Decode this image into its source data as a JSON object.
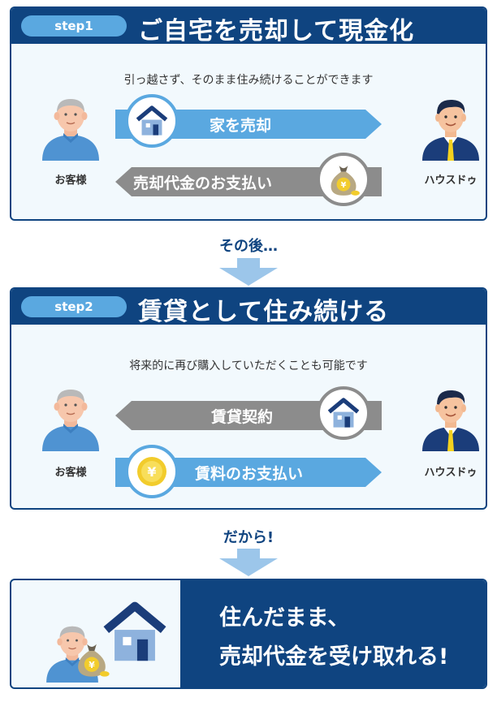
{
  "step1": {
    "step_label": "step1",
    "title": "ご自宅を売却して現金化",
    "subtitle": "引っ越さず、そのまま住み続けることができます",
    "arrow_to_company": "家を売却",
    "arrow_to_customer": "売却代金のお支払い",
    "customer_label": "お客様",
    "company_label": "ハウスドゥ"
  },
  "between_1": "その後…",
  "step2": {
    "step_label": "step2",
    "title": "賃貸として住み続ける",
    "subtitle": "将来的に再び購入していただくことも可能です",
    "arrow_to_customer": "賃貸契約",
    "arrow_to_company": "賃料のお支払い",
    "customer_label": "お客様",
    "company_label": "ハウスドゥ"
  },
  "between_2": "だから!",
  "final": {
    "line1": "住んだまま、",
    "line2": "売却代金を受け取れる!"
  },
  "colors": {
    "navy": "#0f4480",
    "sky": "#5aa8e0",
    "arrow_blue": "#5aa8e0",
    "arrow_gray": "#8c8c8c",
    "panel_bg": "#f2f9fd"
  },
  "icons": [
    "customer-avatar-icon",
    "house-icon",
    "money-bag-icon",
    "coin-icon",
    "businessman-avatar-icon"
  ]
}
